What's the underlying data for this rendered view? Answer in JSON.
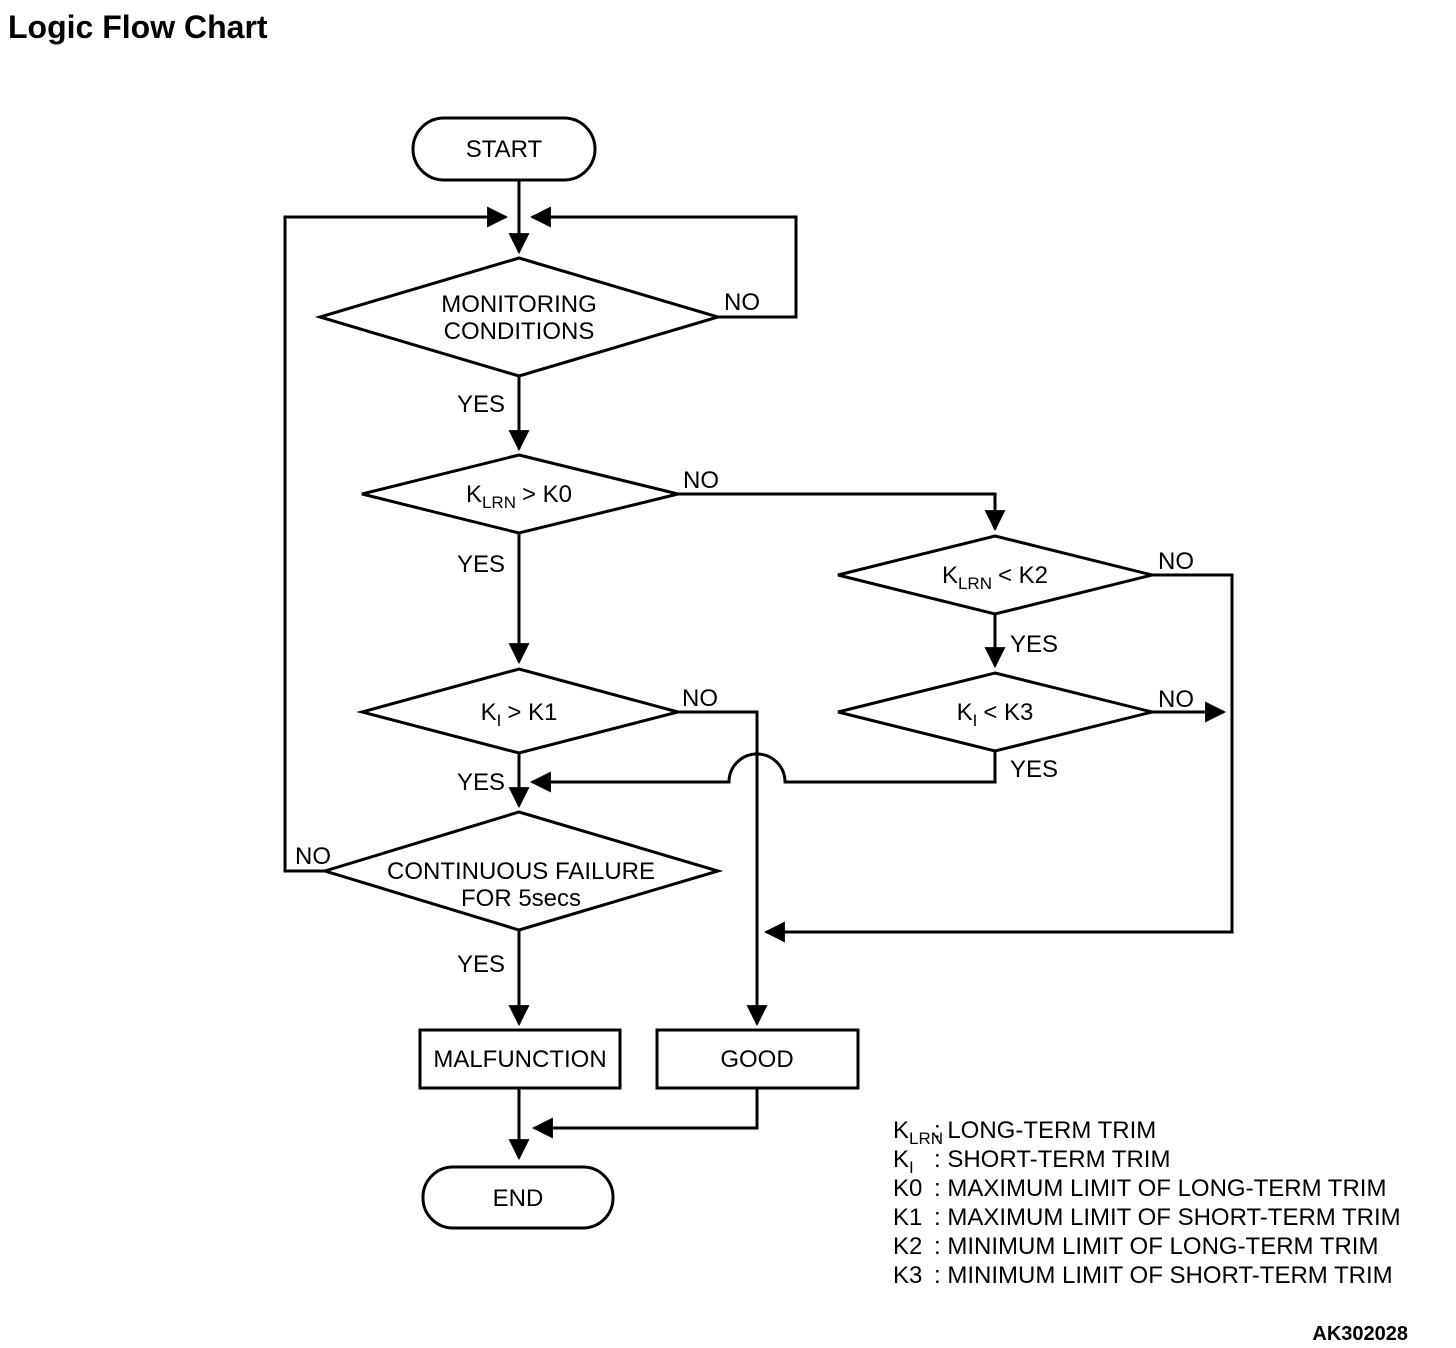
{
  "title": "Logic Flow Chart",
  "figure_code": "AK302028",
  "colors": {
    "line": "#000000",
    "background": "#ffffff"
  },
  "nodes": {
    "start": {
      "label": "START"
    },
    "monitoring": {
      "line1": "MONITORING",
      "line2": "CONDITIONS",
      "yes": "YES",
      "no": "NO"
    },
    "klrn_k0": {
      "base": "K",
      "sub": "LRN",
      "rest": "> K0",
      "yes": "YES",
      "no": "NO"
    },
    "klrn_k2": {
      "base": "K",
      "sub": "LRN",
      "rest": "< K2",
      "yes": "YES",
      "no": "NO"
    },
    "ki_k1": {
      "base": "K",
      "sub": "I",
      "rest": "> K1",
      "yes": "YES",
      "no": "NO"
    },
    "ki_k3": {
      "base": "K",
      "sub": "I",
      "rest": "< K3",
      "yes": "YES",
      "no": "NO"
    },
    "continuous_failure": {
      "line1": "CONTINUOUS FAILURE",
      "line2": "FOR 5secs",
      "yes": "YES",
      "no": "NO"
    },
    "malfunction": {
      "label": "MALFUNCTION"
    },
    "good": {
      "label": "GOOD"
    },
    "end": {
      "label": "END"
    }
  },
  "legend": {
    "rows": [
      {
        "term_base": "K",
        "term_sub": "LRN",
        "desc": ": LONG-TERM TRIM"
      },
      {
        "term_base": "K",
        "term_sub": "I",
        "desc": ": SHORT-TERM TRIM"
      },
      {
        "term_base": "K0",
        "term_sub": "",
        "desc": ": MAXIMUM LIMIT OF LONG-TERM TRIM"
      },
      {
        "term_base": "K1",
        "term_sub": "",
        "desc": ": MAXIMUM LIMIT OF SHORT-TERM TRIM"
      },
      {
        "term_base": "K2",
        "term_sub": "",
        "desc": ": MINIMUM LIMIT OF LONG-TERM TRIM"
      },
      {
        "term_base": "K3",
        "term_sub": "",
        "desc": ": MINIMUM LIMIT OF SHORT-TERM TRIM"
      }
    ]
  }
}
